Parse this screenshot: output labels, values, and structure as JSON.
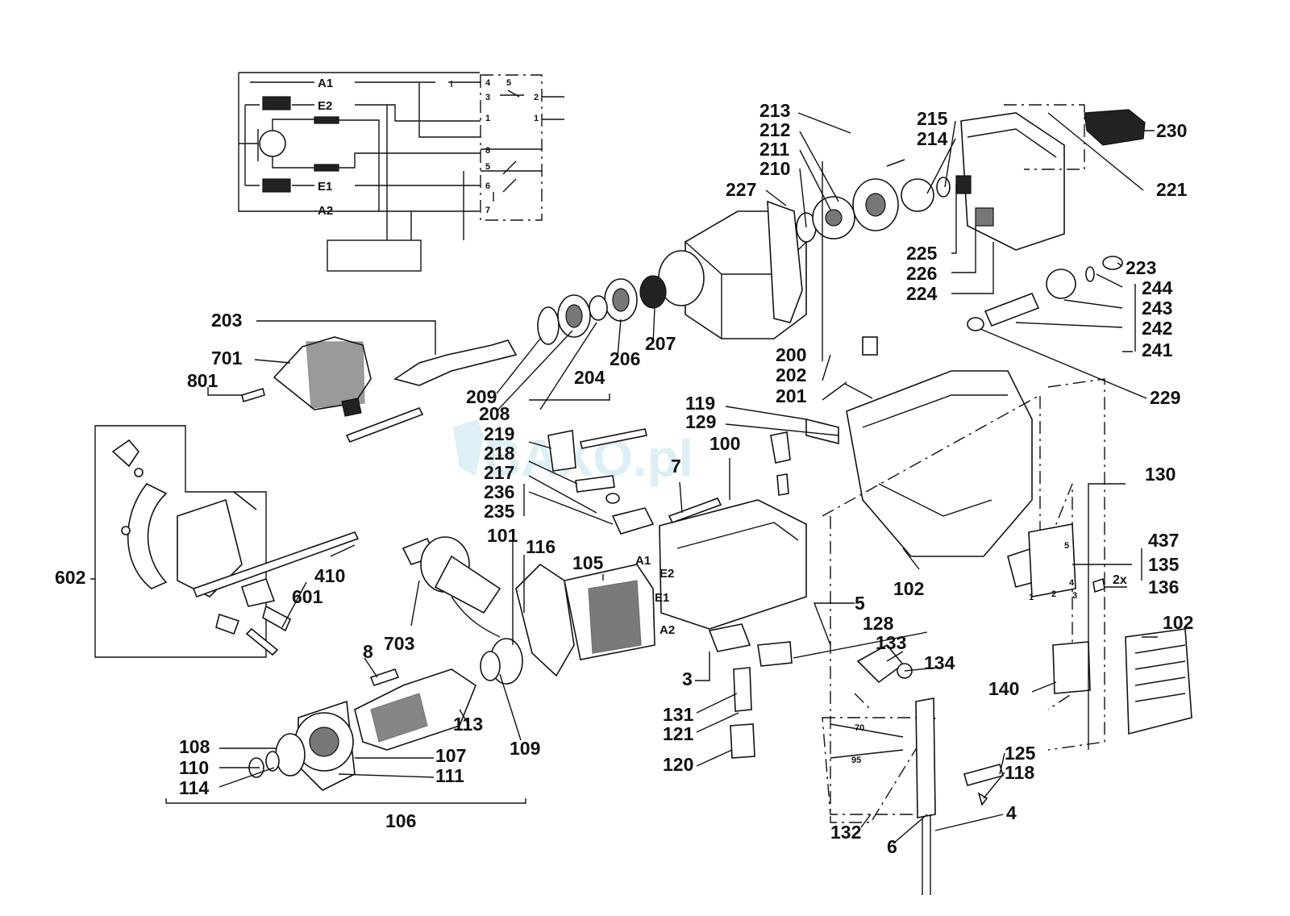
{
  "watermark": "BAXO.pl",
  "wiring": {
    "terminals": [
      "A1",
      "E2",
      "E1",
      "A2"
    ],
    "switch_numbers": [
      "4",
      "5",
      "3",
      "2",
      "1",
      "1",
      "8",
      "5",
      "6",
      "7"
    ]
  },
  "side_labels": {
    "mult_2x": "2x",
    "motor_terminals": [
      "A1",
      "E2",
      "E1",
      "A2"
    ],
    "pin_numbers": [
      "1",
      "2",
      "3",
      "4",
      "5"
    ],
    "temp_70": "70",
    "temp_95": "95"
  },
  "callouts": [
    {
      "id": "213",
      "text": "213"
    },
    {
      "id": "212",
      "text": "212"
    },
    {
      "id": "211",
      "text": "211"
    },
    {
      "id": "210",
      "text": "210"
    },
    {
      "id": "227",
      "text": "227"
    },
    {
      "id": "215",
      "text": "215"
    },
    {
      "id": "214",
      "text": "214"
    },
    {
      "id": "230",
      "text": "230"
    },
    {
      "id": "221",
      "text": "221"
    },
    {
      "id": "225",
      "text": "225"
    },
    {
      "id": "226",
      "text": "226"
    },
    {
      "id": "224",
      "text": "224"
    },
    {
      "id": "223",
      "text": "223"
    },
    {
      "id": "244",
      "text": "244"
    },
    {
      "id": "243",
      "text": "243"
    },
    {
      "id": "242",
      "text": "242"
    },
    {
      "id": "241",
      "text": "241"
    },
    {
      "id": "229",
      "text": "229"
    },
    {
      "id": "203",
      "text": "203"
    },
    {
      "id": "701",
      "text": "701"
    },
    {
      "id": "801",
      "text": "801"
    },
    {
      "id": "209",
      "text": "209"
    },
    {
      "id": "208",
      "text": "208"
    },
    {
      "id": "204",
      "text": "204"
    },
    {
      "id": "206",
      "text": "206"
    },
    {
      "id": "207",
      "text": "207"
    },
    {
      "id": "200",
      "text": "200"
    },
    {
      "id": "202",
      "text": "202"
    },
    {
      "id": "201",
      "text": "201"
    },
    {
      "id": "119",
      "text": "119"
    },
    {
      "id": "129",
      "text": "129"
    },
    {
      "id": "219",
      "text": "219"
    },
    {
      "id": "218",
      "text": "218"
    },
    {
      "id": "217",
      "text": "217"
    },
    {
      "id": "236",
      "text": "236"
    },
    {
      "id": "235",
      "text": "235"
    },
    {
      "id": "7",
      "text": "7"
    },
    {
      "id": "100",
      "text": "100"
    },
    {
      "id": "130",
      "text": "130"
    },
    {
      "id": "437",
      "text": "437"
    },
    {
      "id": "135",
      "text": "135"
    },
    {
      "id": "136",
      "text": "136"
    },
    {
      "id": "102a",
      "text": "102"
    },
    {
      "id": "102b",
      "text": "102"
    },
    {
      "id": "602",
      "text": "602"
    },
    {
      "id": "410",
      "text": "410"
    },
    {
      "id": "601",
      "text": "601"
    },
    {
      "id": "703",
      "text": "703"
    },
    {
      "id": "101",
      "text": "101"
    },
    {
      "id": "116",
      "text": "116"
    },
    {
      "id": "105",
      "text": "105"
    },
    {
      "id": "5",
      "text": "5"
    },
    {
      "id": "128",
      "text": "128"
    },
    {
      "id": "133",
      "text": "133"
    },
    {
      "id": "134",
      "text": "134"
    },
    {
      "id": "140",
      "text": "140"
    },
    {
      "id": "8",
      "text": "8"
    },
    {
      "id": "113",
      "text": "113"
    },
    {
      "id": "109",
      "text": "109"
    },
    {
      "id": "3",
      "text": "3"
    },
    {
      "id": "131",
      "text": "131"
    },
    {
      "id": "121",
      "text": "121"
    },
    {
      "id": "120",
      "text": "120"
    },
    {
      "id": "108",
      "text": "108"
    },
    {
      "id": "110",
      "text": "110"
    },
    {
      "id": "114",
      "text": "114"
    },
    {
      "id": "107",
      "text": "107"
    },
    {
      "id": "111",
      "text": "111"
    },
    {
      "id": "106",
      "text": "106"
    },
    {
      "id": "125",
      "text": "125"
    },
    {
      "id": "118",
      "text": "118"
    },
    {
      "id": "4",
      "text": "4"
    },
    {
      "id": "132",
      "text": "132"
    },
    {
      "id": "6",
      "text": "6"
    }
  ]
}
